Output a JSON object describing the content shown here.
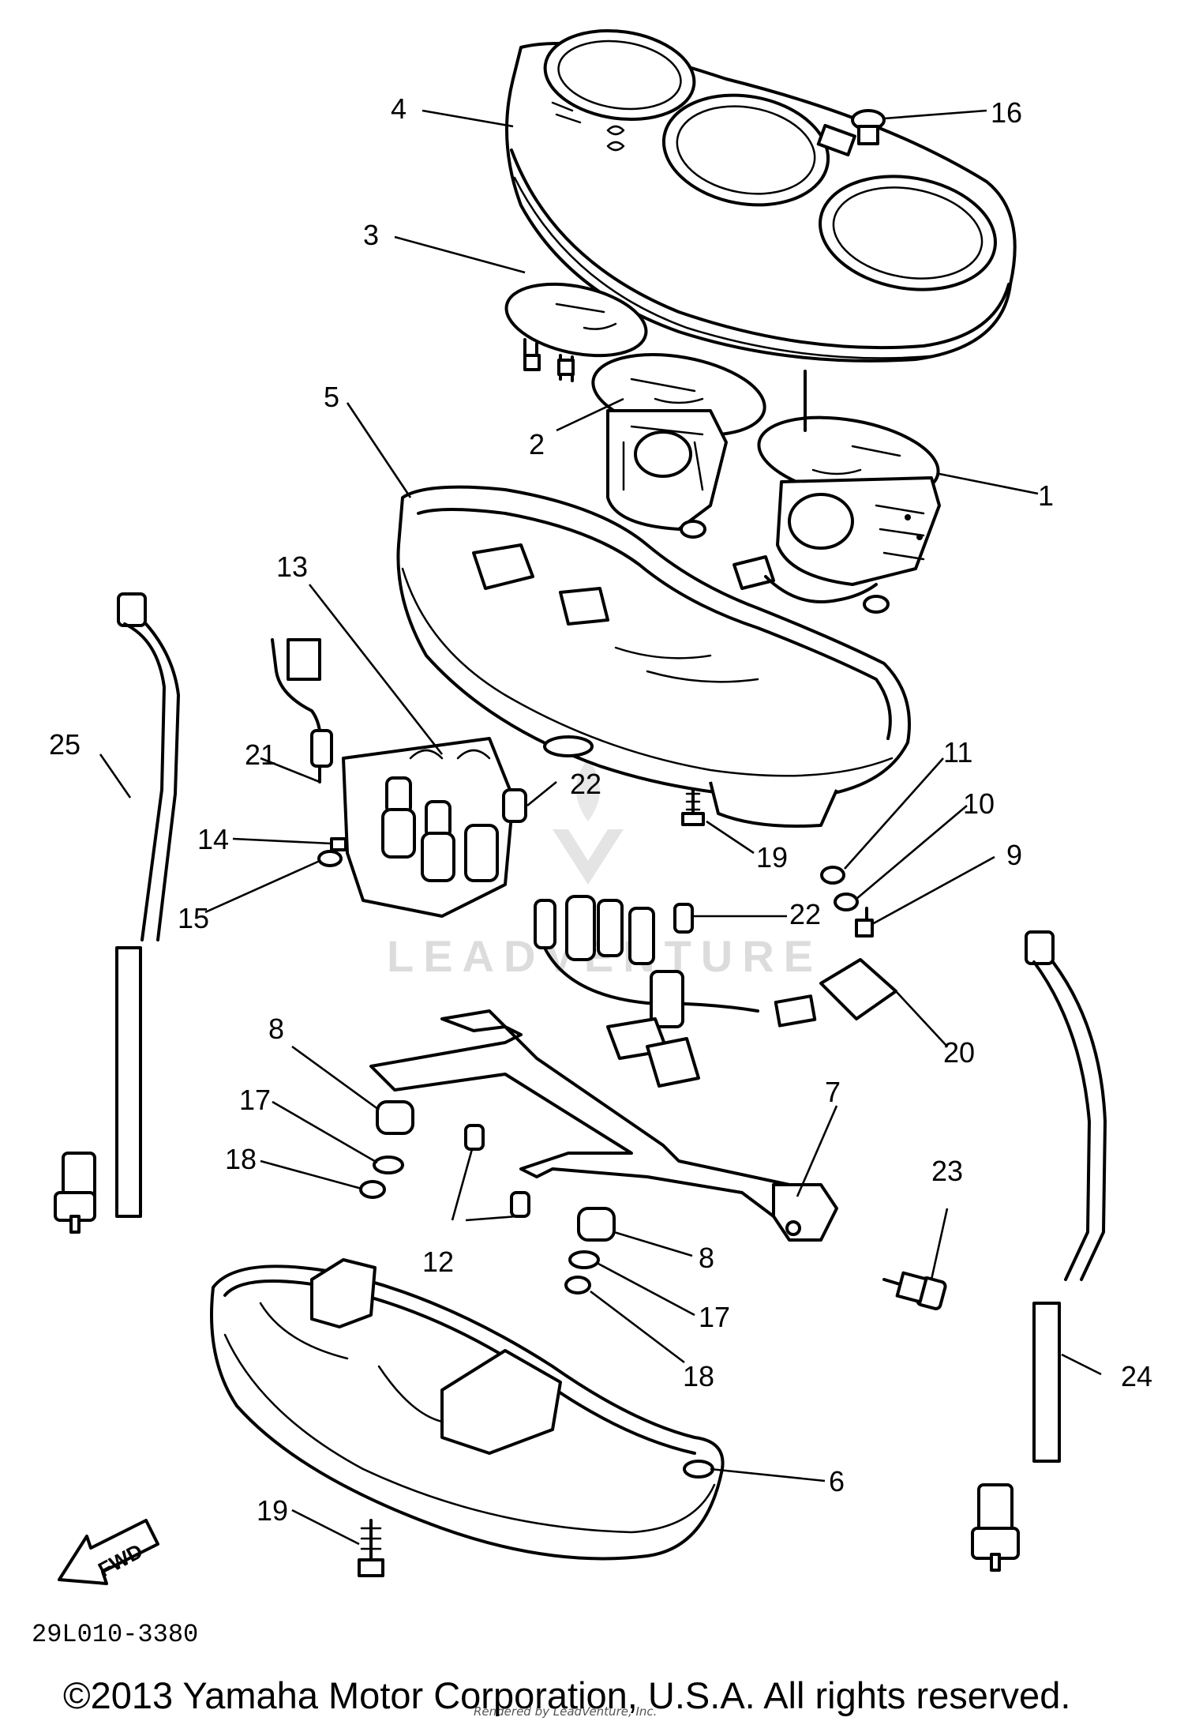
{
  "diagram": {
    "callouts": [
      {
        "id": "1",
        "label": "1"
      },
      {
        "id": "2",
        "label": "2"
      },
      {
        "id": "3",
        "label": "3"
      },
      {
        "id": "4",
        "label": "4"
      },
      {
        "id": "5",
        "label": "5"
      },
      {
        "id": "6",
        "label": "6"
      },
      {
        "id": "7",
        "label": "7"
      },
      {
        "id": "8a",
        "label": "8"
      },
      {
        "id": "8b",
        "label": "8"
      },
      {
        "id": "9",
        "label": "9"
      },
      {
        "id": "10",
        "label": "10"
      },
      {
        "id": "11",
        "label": "11"
      },
      {
        "id": "12",
        "label": "12"
      },
      {
        "id": "13",
        "label": "13"
      },
      {
        "id": "14",
        "label": "14"
      },
      {
        "id": "15",
        "label": "15"
      },
      {
        "id": "16",
        "label": "16"
      },
      {
        "id": "17a",
        "label": "17"
      },
      {
        "id": "17b",
        "label": "17"
      },
      {
        "id": "18a",
        "label": "18"
      },
      {
        "id": "18b",
        "label": "18"
      },
      {
        "id": "19a",
        "label": "19"
      },
      {
        "id": "19b",
        "label": "19"
      },
      {
        "id": "20",
        "label": "20"
      },
      {
        "id": "21",
        "label": "21"
      },
      {
        "id": "22a",
        "label": "22"
      },
      {
        "id": "22b",
        "label": "22"
      },
      {
        "id": "23",
        "label": "23"
      },
      {
        "id": "24",
        "label": "24"
      },
      {
        "id": "25",
        "label": "25"
      }
    ],
    "direction_arrow": "FWD",
    "diagram_code": "29L010-3380",
    "watermark": "LEADVENTURE",
    "rendered_by": "Rendered by LeadVenture, Inc.",
    "copyright": "©2013 Yamaha Motor Corporation, U.S.A. All rights reserved."
  }
}
